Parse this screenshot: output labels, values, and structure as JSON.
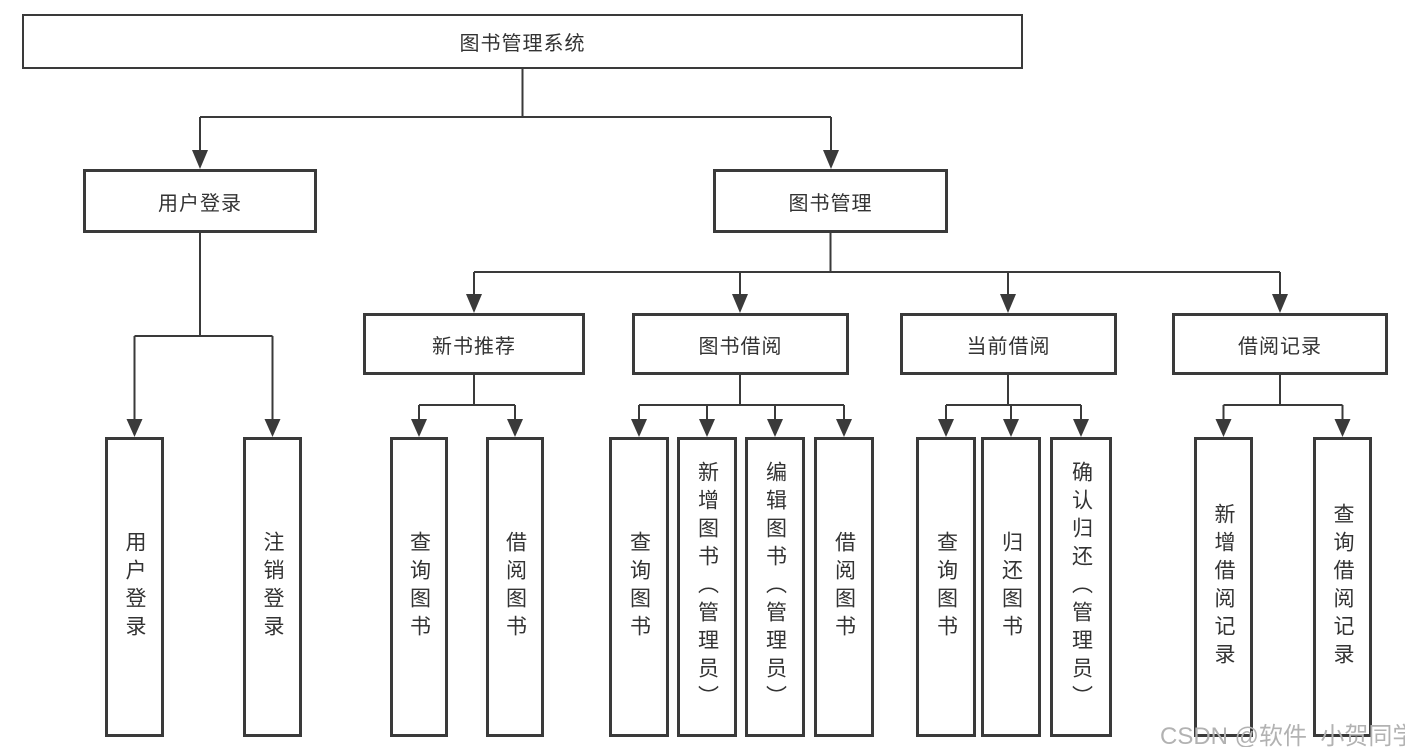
{
  "colors": {
    "line": "#3a3a3a",
    "box_border": "#3a3a3a",
    "box_fill": "#ffffff",
    "text": "#333333",
    "watermark": "#b2b2b2",
    "background": "#ffffff"
  },
  "root": {
    "label": "图书管理系统"
  },
  "branches": {
    "user_login": {
      "label": "用户登录",
      "leaves": [
        {
          "label": "用户登录"
        },
        {
          "label": "注销登录"
        }
      ]
    },
    "book_mgmt": {
      "label": "图书管理",
      "sections": [
        {
          "label": "新书推荐",
          "leaves": [
            {
              "label": "查询图书"
            },
            {
              "label": "借阅图书"
            }
          ]
        },
        {
          "label": "图书借阅",
          "leaves": [
            {
              "label": "查询图书"
            },
            {
              "label": "新增图书（管理员）"
            },
            {
              "label": "编辑图书（管理员）"
            },
            {
              "label": "借阅图书"
            }
          ]
        },
        {
          "label": "当前借阅",
          "leaves": [
            {
              "label": "查询图书"
            },
            {
              "label": "归还图书"
            },
            {
              "label": "确认归还（管理员）"
            }
          ]
        },
        {
          "label": "借阅记录",
          "leaves": [
            {
              "label": "新增借阅记录"
            },
            {
              "label": "查询借阅记录"
            }
          ]
        }
      ]
    }
  },
  "watermark": "CSDN @软件_小贺同学"
}
